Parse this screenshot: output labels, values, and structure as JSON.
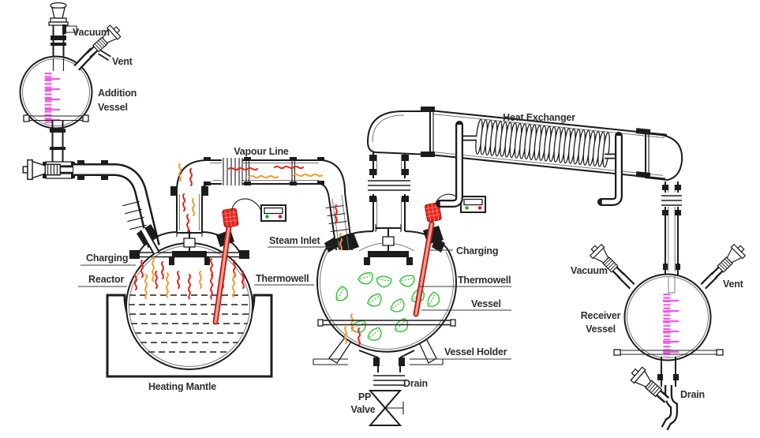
{
  "labels": {
    "vacuum_left": "Vacuum",
    "vent_left": "Vent",
    "addition_vessel_1": "Addition",
    "addition_vessel_2": "Vessel",
    "vapour_line": "Vapour Line",
    "heat_exchanger": "Heat Exchanger",
    "charging_left": "Charging",
    "reactor": "Reactor",
    "thermowell_left": "Thermowell",
    "steam_inlet": "Steam Inlet",
    "charging_right": "Charging",
    "thermowell_right": "Thermowell",
    "vessel": "Vessel",
    "vessel_holder": "Vessel Holder",
    "heating_mantle": "Heating Mantle",
    "pp_valve_1": "PP",
    "pp_valve_2": "Valve",
    "drain_center": "Drain",
    "vacuum_right": "Vacuum",
    "vent_right": "Vent",
    "receiver_vessel_1": "Receiver",
    "receiver_vessel_2": "Vessel",
    "drain_right": "Drain"
  },
  "colors": {
    "line": "#1c1c1c",
    "vapour_red": "#e8251b",
    "vapour_orange": "#f79b2e",
    "leaf_green": "#2fc12f",
    "level_scale_magenta": "#ef5be4",
    "thermowell_red": "#e8251b",
    "indicator_green": "#18a818",
    "indicator_red": "#dd1111",
    "background": "#ffffff"
  }
}
